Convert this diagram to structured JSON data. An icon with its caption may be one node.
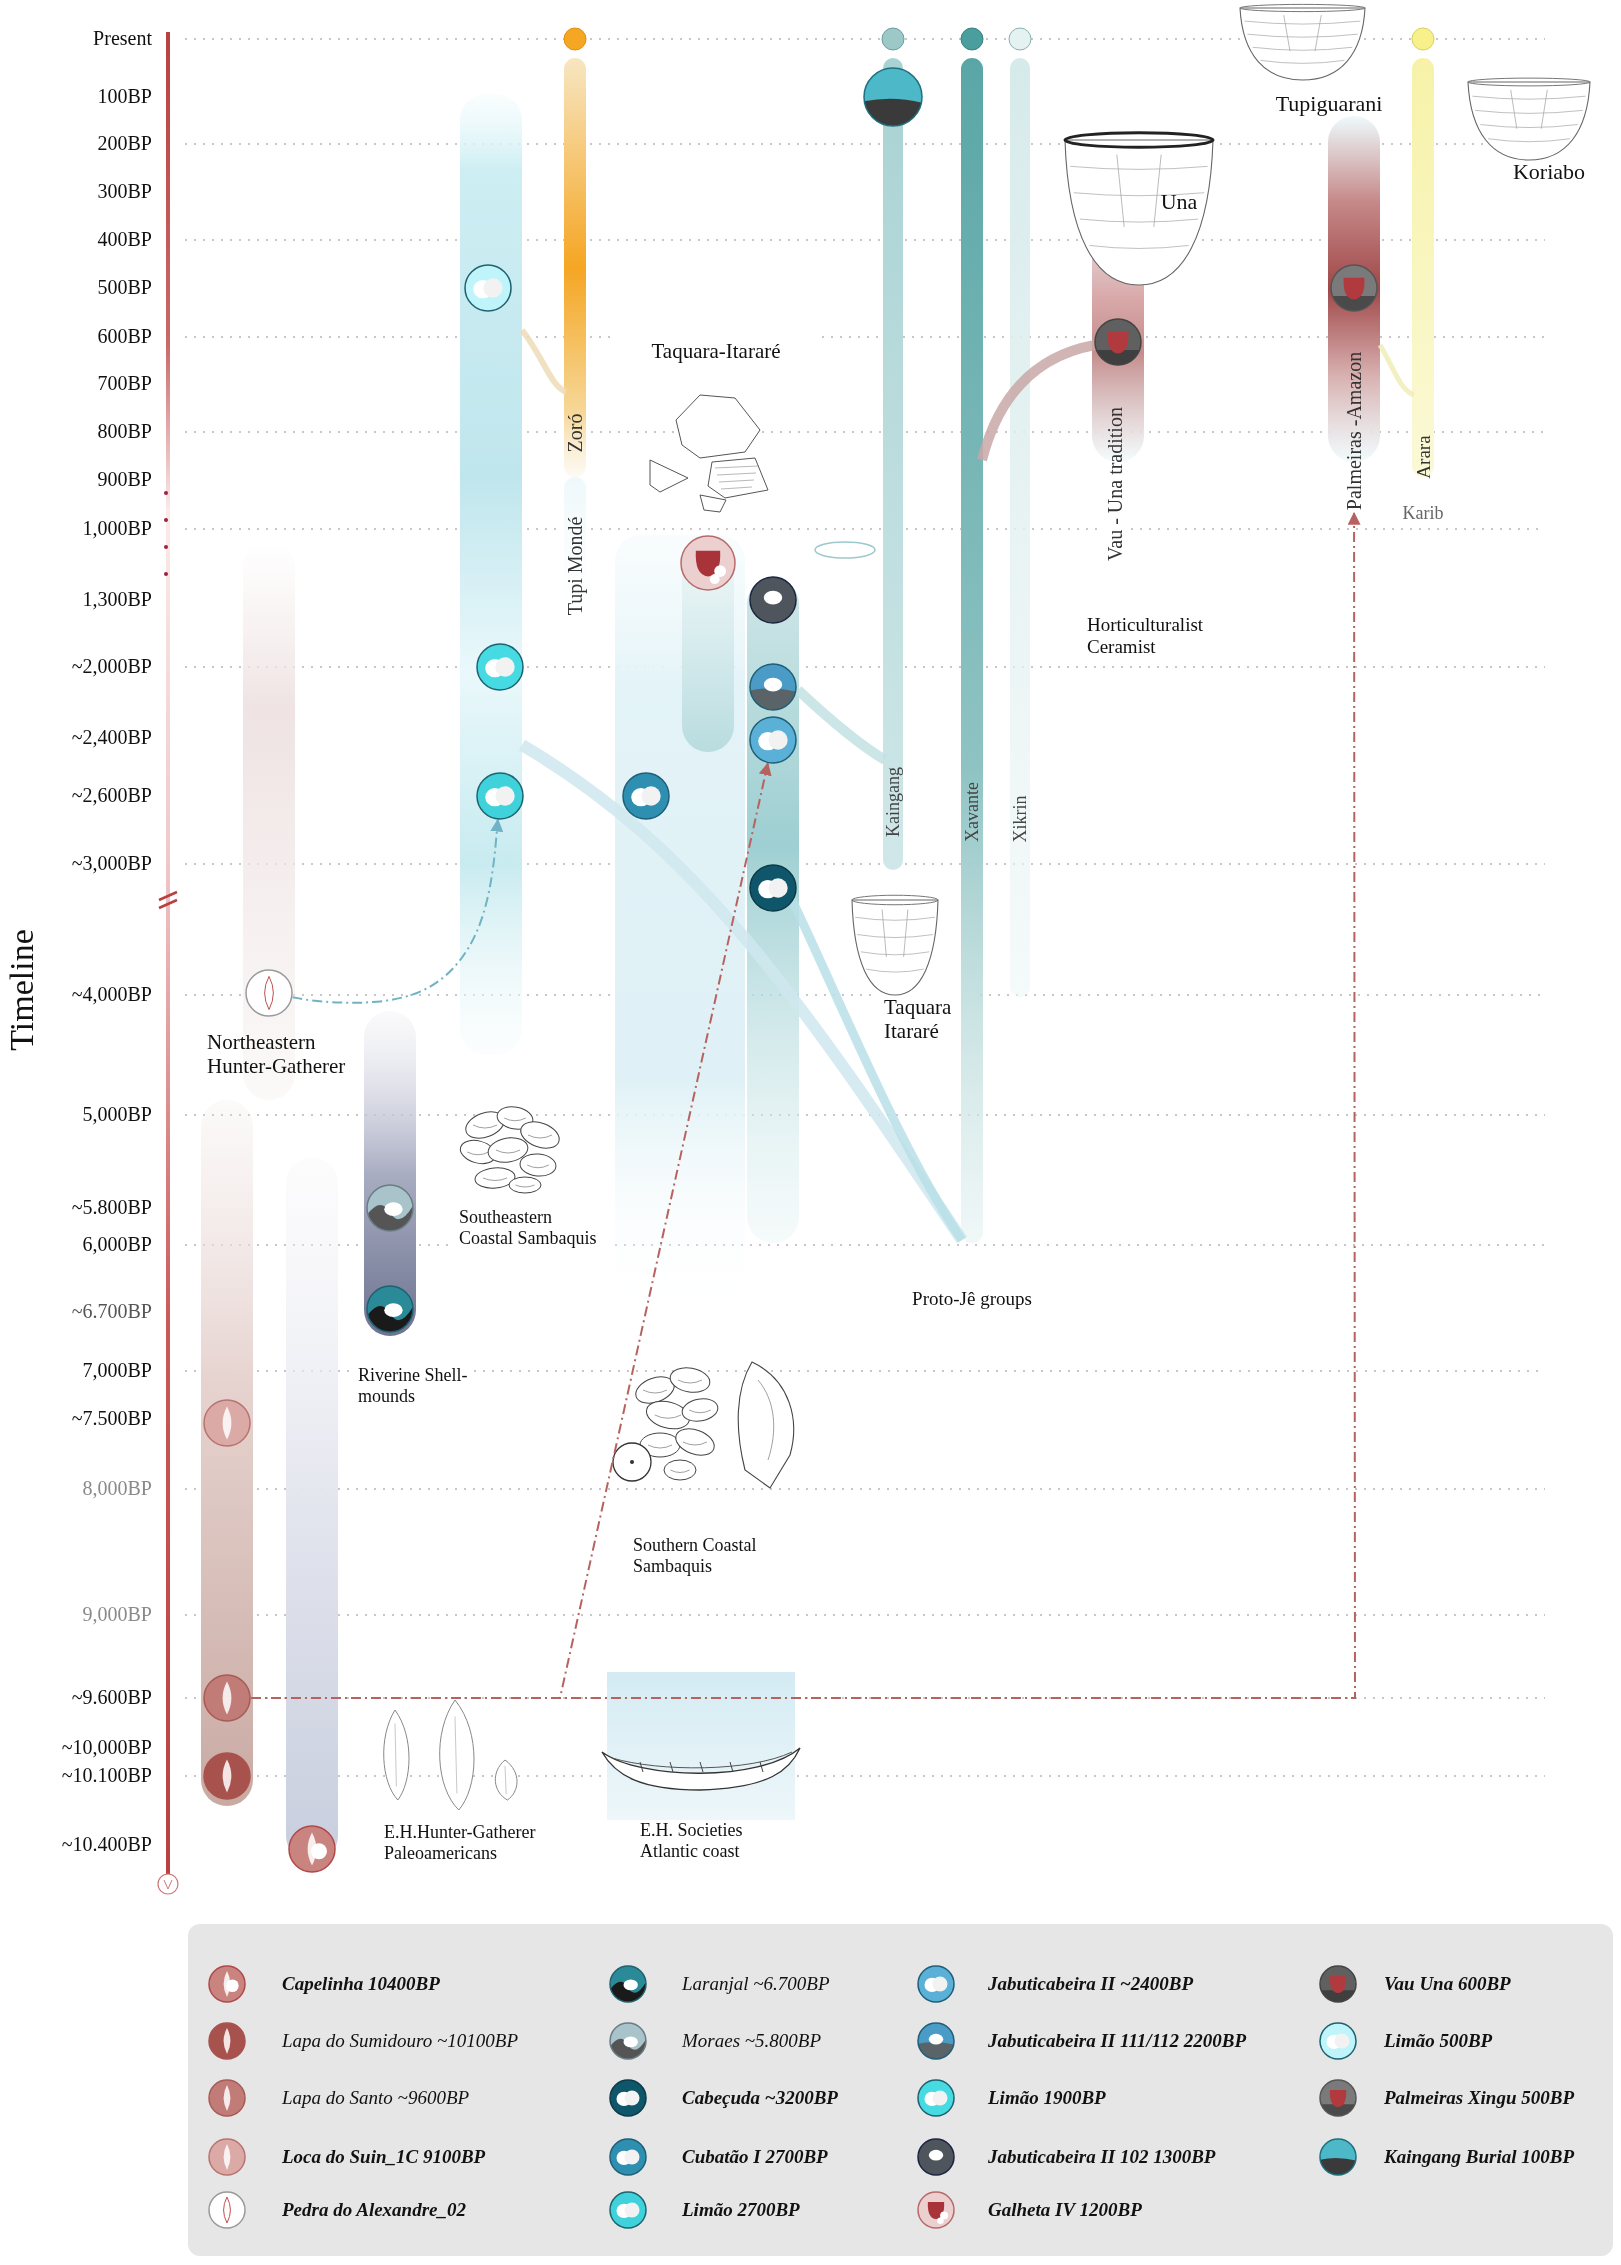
{
  "diagram": {
    "nodes": [
      {
        "text": [],
        "shape": "circle"
      },
      {
        "text": [],
        "shape": "circle"
      },
      {
        "text": [],
        "shape": "circle"
      },
      {
        "text": [],
        "shape": "circle"
      },
      {
        "text": [],
        "shape": "circle"
      },
      {
        "text": [],
        "shape": "circle"
      },
      {
        "text": [],
        "shape": "circle"
      },
      {
        "text": [],
        "shape": "circle"
      },
      {
        "text": [],
        "shape": "circle"
      },
      {
        "text": [],
        "shape": "circle"
      },
      {
        "text": [],
        "shape": "circle"
      },
      {
        "text": [],
        "shape": "circle"
      },
      {
        "text": [],
        "shape": "circle"
      },
      {
        "text": [],
        "shape": "circle"
      },
      {
        "text": [],
        "shape": "circle"
      },
      {
        "text": [],
        "shape": "circle"
      },
      {
        "text": [],
        "shape": "circle"
      },
      {
        "text": [],
        "shape": "circle"
      },
      {
        "text": [],
        "shape": "circle"
      },
      {
        "text": [
          "Palmeiras -Amazon"
        ]
      }
    ],
    "edges": [
      {
        "from": 16,
        "to": 8,
        "arrow": "to",
        "style": "dashed"
      },
      {
        "from": 16,
        "to": 19,
        "arrow": "to",
        "style": "dashed"
      },
      {
        "from": 12,
        "to": 9,
        "arrow": "to",
        "style": "dashed",
        "color": "#6fb3c4"
      }
    ],
    "labels": [
      "Present",
      "100BP",
      "200BP",
      "300BP",
      "400BP",
      "500BP",
      "600BP",
      "700BP",
      "800BP",
      "900BP",
      "1,000BP",
      "1,300BP",
      "~2,000BP",
      "~2,400BP",
      "~2,600BP",
      "~3,000BP",
      "~4,000BP",
      "5,000BP",
      "~5.800BP",
      "6,000BP",
      "~6.700BP",
      "7,000BP",
      "~7.500BP",
      "8,000BP",
      "9,000BP",
      "~9.600BP",
      "~10,000BP",
      "~10.100BP",
      "~10.400BP",
      "Timeline",
      "Taquara-Itararé",
      "Tupiguarani",
      "Koriabo",
      "Una",
      "Zoró",
      "Tupi Mondé",
      "Kaingang",
      "Xavante",
      "Xikrin",
      "Vau - Una tradition",
      "Arara",
      "Karib",
      "Horticulturalist Ceramist",
      "Northeastern Hunter-Gatherer",
      "Taquara Itararé",
      "Southeastern Coastal Sambaquis",
      "Riverine Shell-mounds",
      "Proto-Jê groups",
      "Southern Coastal Sambaquis",
      "E.H.Hunter-Gatherer Paleoamericans",
      "E.H. Societies Atlantic coast"
    ],
    "legend": [
      {
        "text": "Capelinha 10400BP"
      },
      {
        "text": "Lapa do Sumidouro ~10100BP"
      },
      {
        "text": "Lapa do Santo ~9600BP"
      },
      {
        "text": "Loca do Suin_1C 9100BP"
      },
      {
        "text": "Pedra do Alexandre_02"
      },
      {
        "text": "Laranjal ~6.700BP"
      },
      {
        "text": "Moraes ~5.800BP"
      },
      {
        "text": "Cabeçuda ~3200BP"
      },
      {
        "text": "Cubatão I 2700BP"
      },
      {
        "text": "Limão 2700BP"
      },
      {
        "text": "Jabuticabeira II ~2400BP"
      },
      {
        "text": "Jabuticabeira II 111/112 2200BP"
      },
      {
        "text": "Limão 1900BP"
      },
      {
        "text": "Jabuticabeira II 102 1300BP"
      },
      {
        "text": "Galheta IV 1200BP"
      },
      {
        "text": "Vau Una 600BP"
      },
      {
        "text": "Limão 500BP"
      },
      {
        "text": "Palmeiras Xingu 500BP"
      },
      {
        "text": "Kaingang Burial 100BP"
      }
    ]
  }
}
